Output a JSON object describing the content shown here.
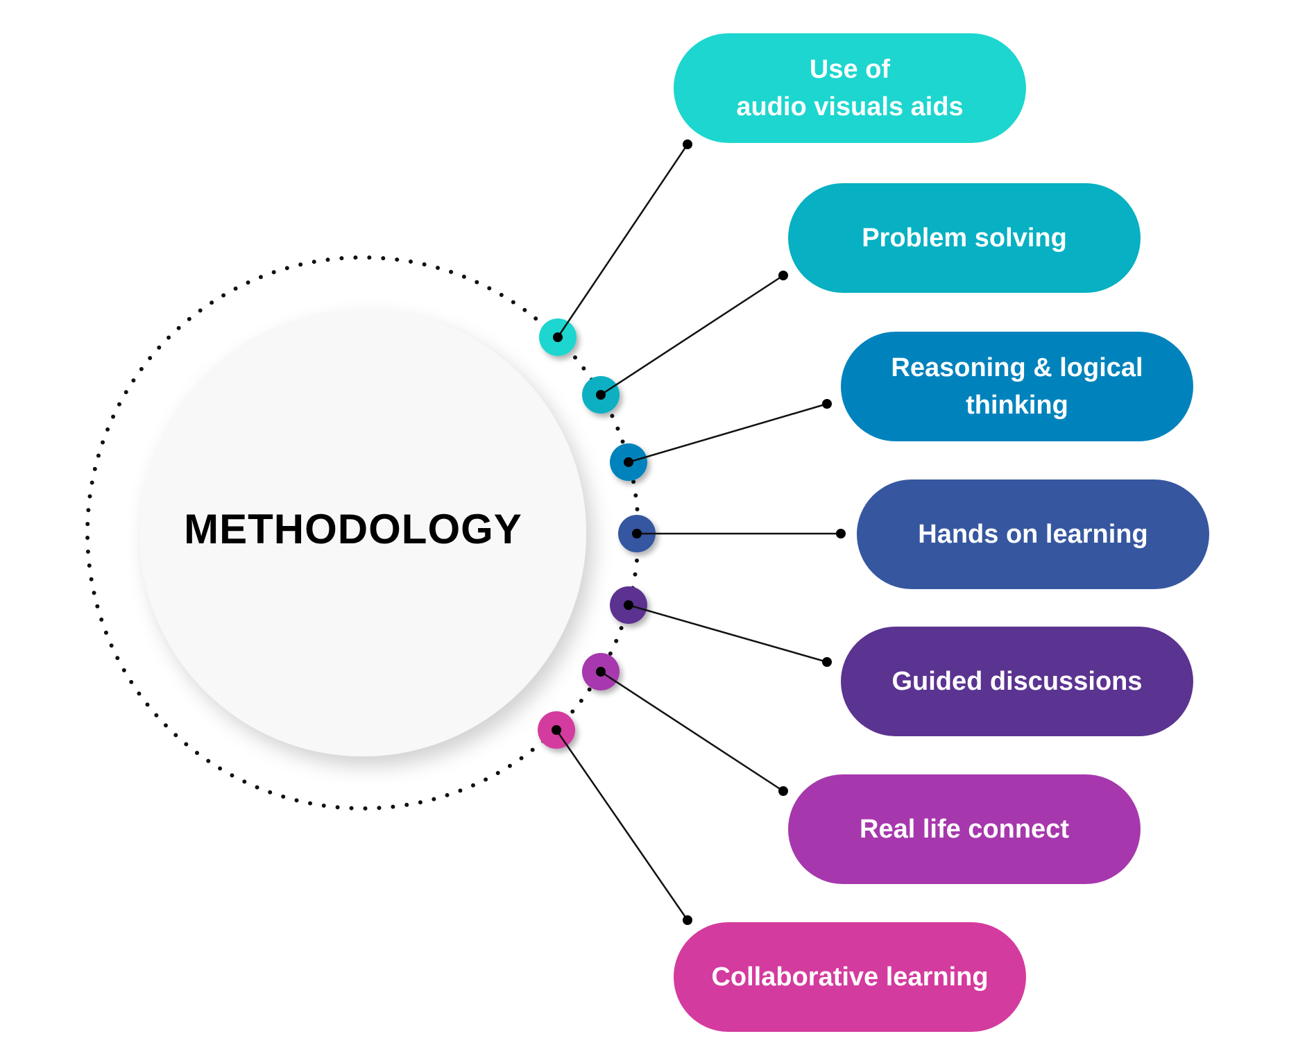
{
  "center": {
    "title": "METHODOLOGY"
  },
  "items": [
    {
      "label": "Use of\naudio visuals aids",
      "color": "#1cd6cf"
    },
    {
      "label": "Problem solving",
      "color": "#07b0c2"
    },
    {
      "label": "Reasoning & logical\nthinking",
      "color": "#0083bd"
    },
    {
      "label": "Hands on learning",
      "color": "#3657a0"
    },
    {
      "label": "Guided discussions",
      "color": "#5b3390"
    },
    {
      "label": "Real life connect",
      "color": "#a737ad"
    },
    {
      "label": "Collaborative learning",
      "color": "#d43b9e"
    }
  ]
}
